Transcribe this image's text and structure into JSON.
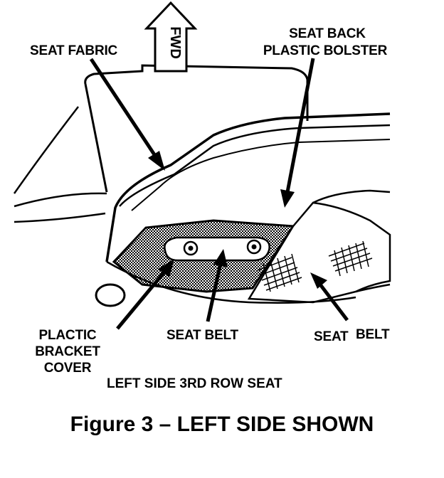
{
  "labels": {
    "seat_fabric": "SEAT FABRIC",
    "seat_back_line1": "SEAT BACK",
    "seat_back_line2": "PLASTIC BOLSTER",
    "bracket_line1": "PLACTIC",
    "bracket_line2": "BRACKET",
    "bracket_line3": "COVER",
    "seat_belt_center": "SEAT BELT",
    "seat_belt_right_a": "SEAT",
    "seat_belt_right_b": "BELT",
    "fwd": "FWD"
  },
  "subcaption": "LEFT SIDE 3RD ROW SEAT",
  "caption": "Figure 3 – LEFT SIDE SHOWN",
  "colors": {
    "ink": "#000000",
    "paper": "#ffffff",
    "shading": "#8a8a8a"
  }
}
